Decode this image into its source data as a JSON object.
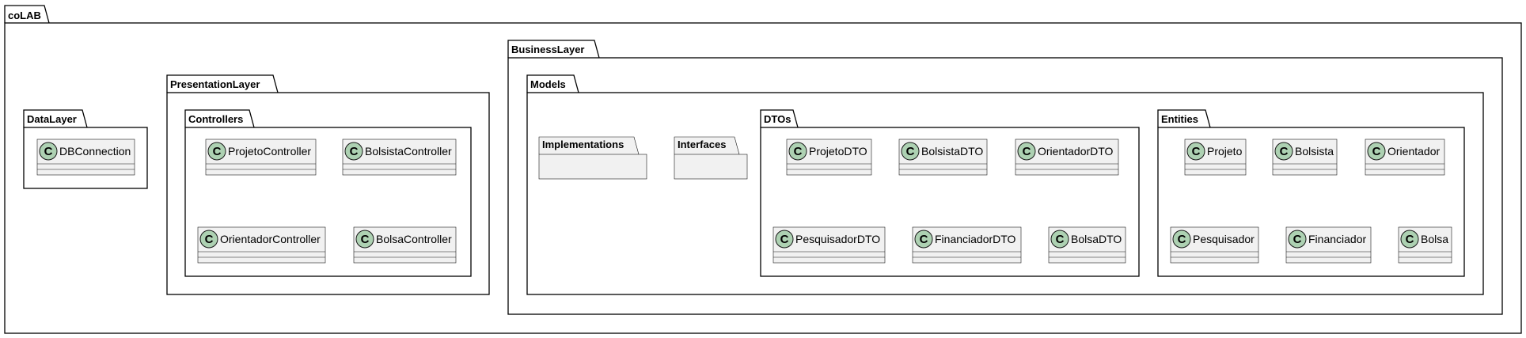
{
  "diagram": {
    "root": "coLAB",
    "data_layer": {
      "label": "DataLayer",
      "classes": [
        "DBConnection"
      ]
    },
    "presentation_layer": {
      "label": "PresentationLayer",
      "controllers": {
        "label": "Controllers",
        "classes": [
          "ProjetoController",
          "BolsistaController",
          "OrientadorController",
          "BolsaController"
        ]
      }
    },
    "business_layer": {
      "label": "BusinessLayer",
      "models": {
        "label": "Models",
        "implementations": "Implementations",
        "interfaces": "Interfaces",
        "dtos": {
          "label": "DTOs",
          "classes": [
            "ProjetoDTO",
            "BolsistaDTO",
            "OrientadorDTO",
            "PesquisadorDTO",
            "FinanciadorDTO",
            "BolsaDTO"
          ]
        },
        "entities": {
          "label": "Entities",
          "classes": [
            "Projeto",
            "Bolsista",
            "Orientador",
            "Pesquisador",
            "Financiador",
            "Bolsa"
          ]
        }
      }
    },
    "class_stereotype_letter": "C",
    "colors": {
      "package_fill": "#ffffff",
      "empty_package_fill": "#f1f1f1",
      "class_fill": "#f1f1f1",
      "class_border": "#181818",
      "class_icon_fill": "#add1b2",
      "class_icon_border": "#181818",
      "line": "#000000"
    }
  }
}
